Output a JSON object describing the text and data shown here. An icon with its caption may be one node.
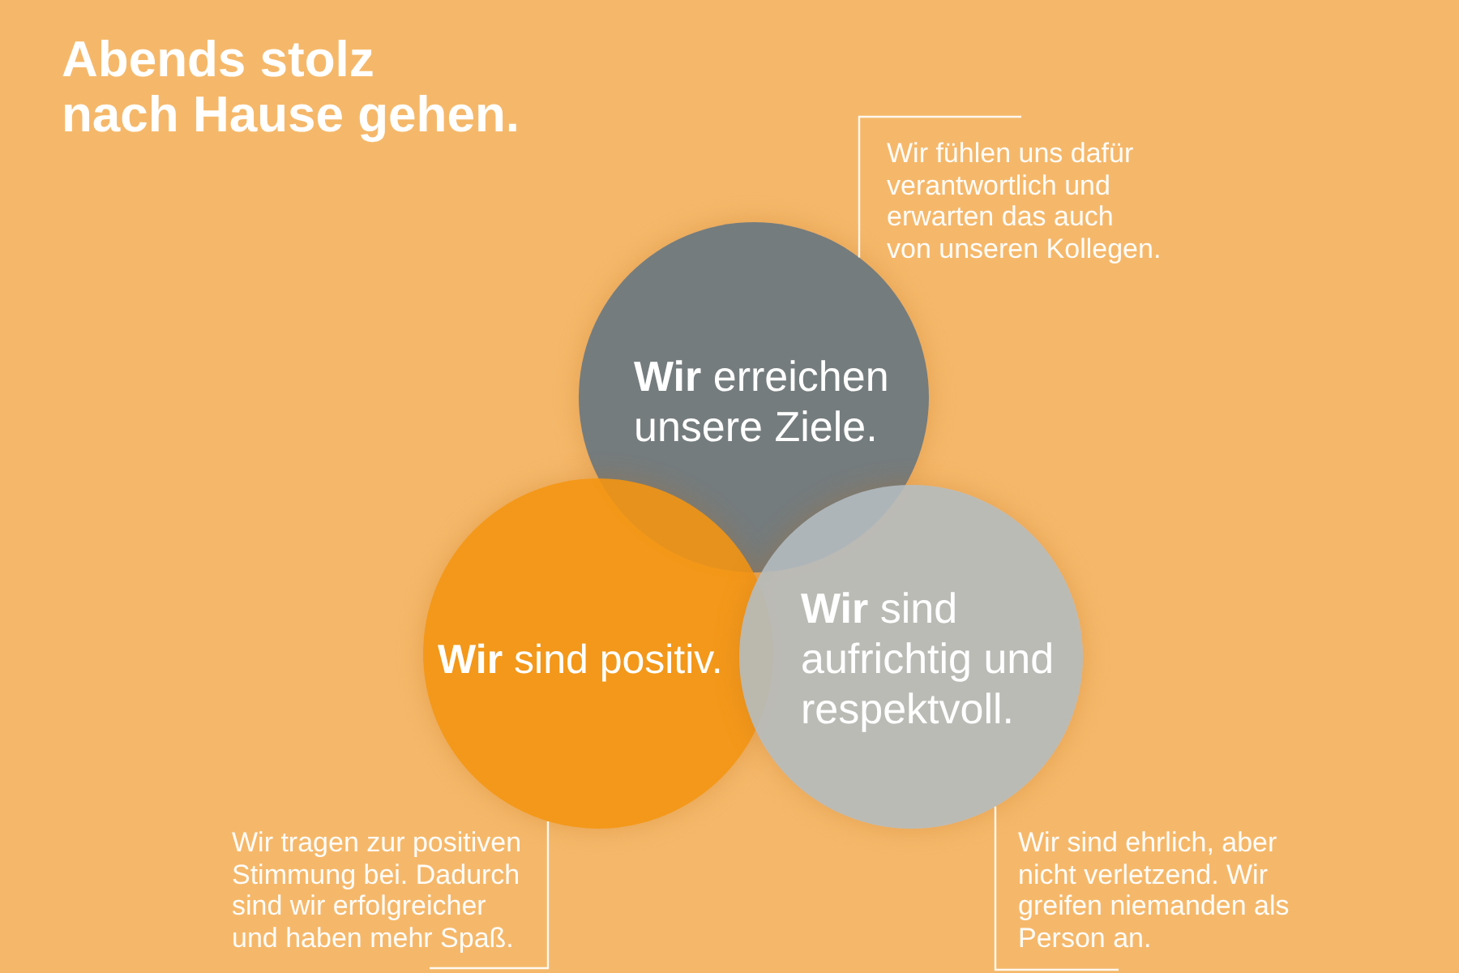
{
  "diagram": {
    "title": "Abends stolz nach Hause gehen.",
    "nodes": [
      {
        "text": [
          "Wir fühlen uns dafür verantwortlich und erwarten das auch von unseren Kollegen."
        ]
      },
      {
        "text": [
          "**Wir** erreichen unsere Ziele."
        ]
      },
      {
        "text": [
          "**Wir** sind positiv."
        ]
      },
      {
        "text": [
          "**Wir** sind aufrichtig und respektvoll."
        ]
      },
      {
        "text": [
          "Wir tragen zur positiven Stimmung bei. Dadurch sind wir erfolgreicher und haben mehr Spaß."
        ]
      },
      {
        "text": [
          "Wir sind ehrlich, aber nicht verletzend. Wir greifen niemanden als Person an."
        ]
      }
    ],
    "edges": [
      {
        "from": 0,
        "to": 1,
        "arrow": "none"
      },
      {
        "from": 4,
        "to": 2,
        "arrow": "none"
      },
      {
        "from": 5,
        "to": 3,
        "arrow": "none"
      }
    ]
  }
}
